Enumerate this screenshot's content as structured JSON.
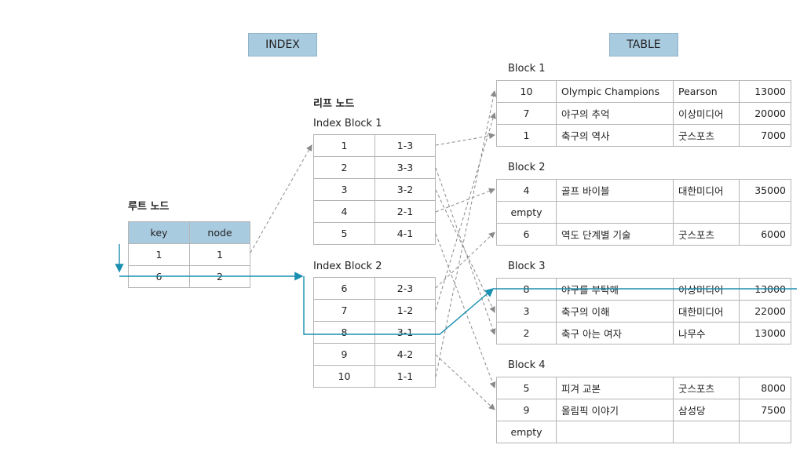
{
  "index_label": "INDEX",
  "table_label": "TABLE",
  "root": {
    "title": "루트 노드",
    "headers": [
      "key",
      "node"
    ],
    "rows": [
      [
        "1",
        "1"
      ],
      [
        "6",
        "2"
      ]
    ]
  },
  "leaf_title": "리프 노드",
  "index_blocks": [
    {
      "title": "Index Block 1",
      "rows": [
        [
          "1",
          "1-3"
        ],
        [
          "2",
          "3-3"
        ],
        [
          "3",
          "3-2"
        ],
        [
          "4",
          "2-1"
        ],
        [
          "5",
          "4-1"
        ]
      ]
    },
    {
      "title": "Index Block 2",
      "rows": [
        [
          "6",
          "2-3"
        ],
        [
          "7",
          "1-2"
        ],
        [
          "8",
          "3-1"
        ],
        [
          "9",
          "4-2"
        ],
        [
          "10",
          "1-1"
        ]
      ]
    }
  ],
  "data_blocks": [
    {
      "title": "Block 1",
      "rows": [
        [
          "10",
          "Olympic Champions",
          "Pearson",
          "13000"
        ],
        [
          "7",
          "야구의 추억",
          "이상미디어",
          "20000"
        ],
        [
          "1",
          "축구의 역사",
          "굿스포츠",
          "7000"
        ]
      ]
    },
    {
      "title": "Block 2",
      "rows": [
        [
          "4",
          "골프 바이블",
          "대한미디어",
          "35000"
        ],
        [
          "empty",
          "",
          "",
          ""
        ],
        [
          "6",
          "역도 단계별 기술",
          "굿스포츠",
          "6000"
        ]
      ]
    },
    {
      "title": "Block 3",
      "rows": [
        [
          "8",
          "야구를 부탁해",
          "이상미디어",
          "13000"
        ],
        [
          "3",
          "축구의 이해",
          "대한미디어",
          "22000"
        ],
        [
          "2",
          "축구 아는 여자",
          "나무수",
          "13000"
        ]
      ]
    },
    {
      "title": "Block 4",
      "rows": [
        [
          "5",
          "피겨 교본",
          "굿스포츠",
          "8000"
        ],
        [
          "9",
          "올림픽 이야기",
          "삼성당",
          "7500"
        ],
        [
          "empty",
          "",
          "",
          ""
        ]
      ]
    }
  ],
  "colors": {
    "accent": "#1a8fb0",
    "header_fill": "#a9cbe0",
    "arrow": "#8a8a8a"
  }
}
